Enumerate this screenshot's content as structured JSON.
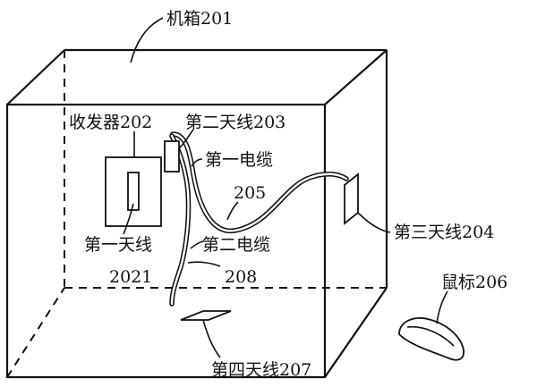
{
  "labels": {
    "chassis": "机箱201",
    "transceiver": "收发器202",
    "antenna2": "第二天线203",
    "cable1_line1": "第一电缆",
    "cable1_line2": "205",
    "antenna3": "第三天线204",
    "antenna1_line1": "第一天线",
    "antenna1_line2": "2021",
    "cable2_line1": "第二电缆",
    "cable2_line2": "208",
    "mouse": "鼠标206",
    "antenna4": "第四天线207"
  }
}
